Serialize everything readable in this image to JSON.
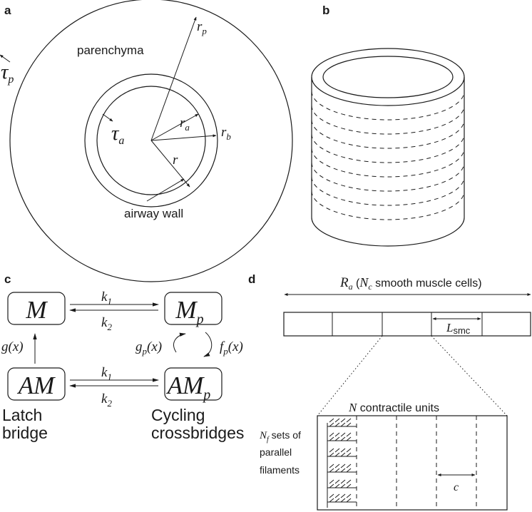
{
  "panels": {
    "a": "a",
    "b": "b",
    "c": "c",
    "d": "d"
  },
  "panel_a": {
    "parenchyma": "parenchyma",
    "airway_wall": "airway wall",
    "tau_p": "τ",
    "tau_p_sub": "p",
    "tau_a": "τ",
    "tau_a_sub": "a",
    "r_p": "r",
    "r_p_sub": "p",
    "r_a": "r",
    "r_a_sub": "a",
    "r_b": "r",
    "r_b_sub": "b",
    "r": "r"
  },
  "panel_c": {
    "states": {
      "M": "M",
      "M_p": "M",
      "M_p_sub": "p",
      "AM": "AM",
      "AM_p": "AM",
      "AM_p_sub": "p"
    },
    "k1_top": "k",
    "k1_top_sub": "1",
    "k2_top": "k",
    "k2_top_sub": "2",
    "k1_bot": "k",
    "k1_bot_sub": "1",
    "k2_bot": "k",
    "k2_bot_sub": "2",
    "g_x": "g(x)",
    "gp_x_pre": "g",
    "gp_x_sub": "p",
    "gp_x_post": "(x)",
    "fp_x_pre": "f",
    "fp_x_sub": "p",
    "fp_x_post": "(x)",
    "latch_1": "Latch",
    "latch_2": "bridge",
    "cycling_1": "Cycling",
    "cycling_2": "crossbridges"
  },
  "panel_d": {
    "ra_pre": "R",
    "ra_sub": "a",
    "ra_post_open": " (",
    "nc": "N",
    "nc_sub": "c",
    "ra_post": " smooth muscle cells)",
    "lsmc": "L",
    "lsmc_sub": "smc",
    "n_contractile_pre": "N",
    "n_contractile_post": " contractile units",
    "nf": "N",
    "nf_sub": "f",
    "nf_post": " sets of",
    "parallel": "parallel",
    "filaments": "filaments",
    "c": "c"
  }
}
